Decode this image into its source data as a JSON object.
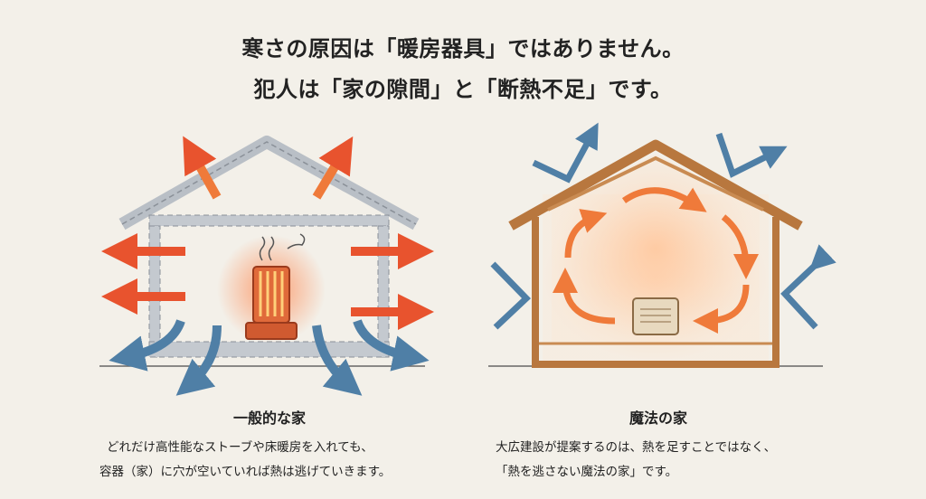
{
  "header": {
    "line1": "寒さの原因は「暖房器具」ではありません。",
    "line2": "犯人は「家の隙間」と「断熱不足」です。"
  },
  "left_panel": {
    "label": "一般的な家",
    "desc_line1": "どれだけ高性能なストーブや床暖房を入れても、",
    "desc_line2": "容器（家）に穴が空いていれば熱は逃げていきます。"
  },
  "right_panel": {
    "label": "魔法の家",
    "desc_line1": "大広建設が提案するのは、熱を足すことではなく、",
    "desc_line2": "「熱を逃さない魔法の家」です。"
  },
  "colors": {
    "heat": "#e8532e",
    "cold": "#4f7fa6",
    "wood": "#b8773e",
    "background": "#f3f0e9"
  }
}
